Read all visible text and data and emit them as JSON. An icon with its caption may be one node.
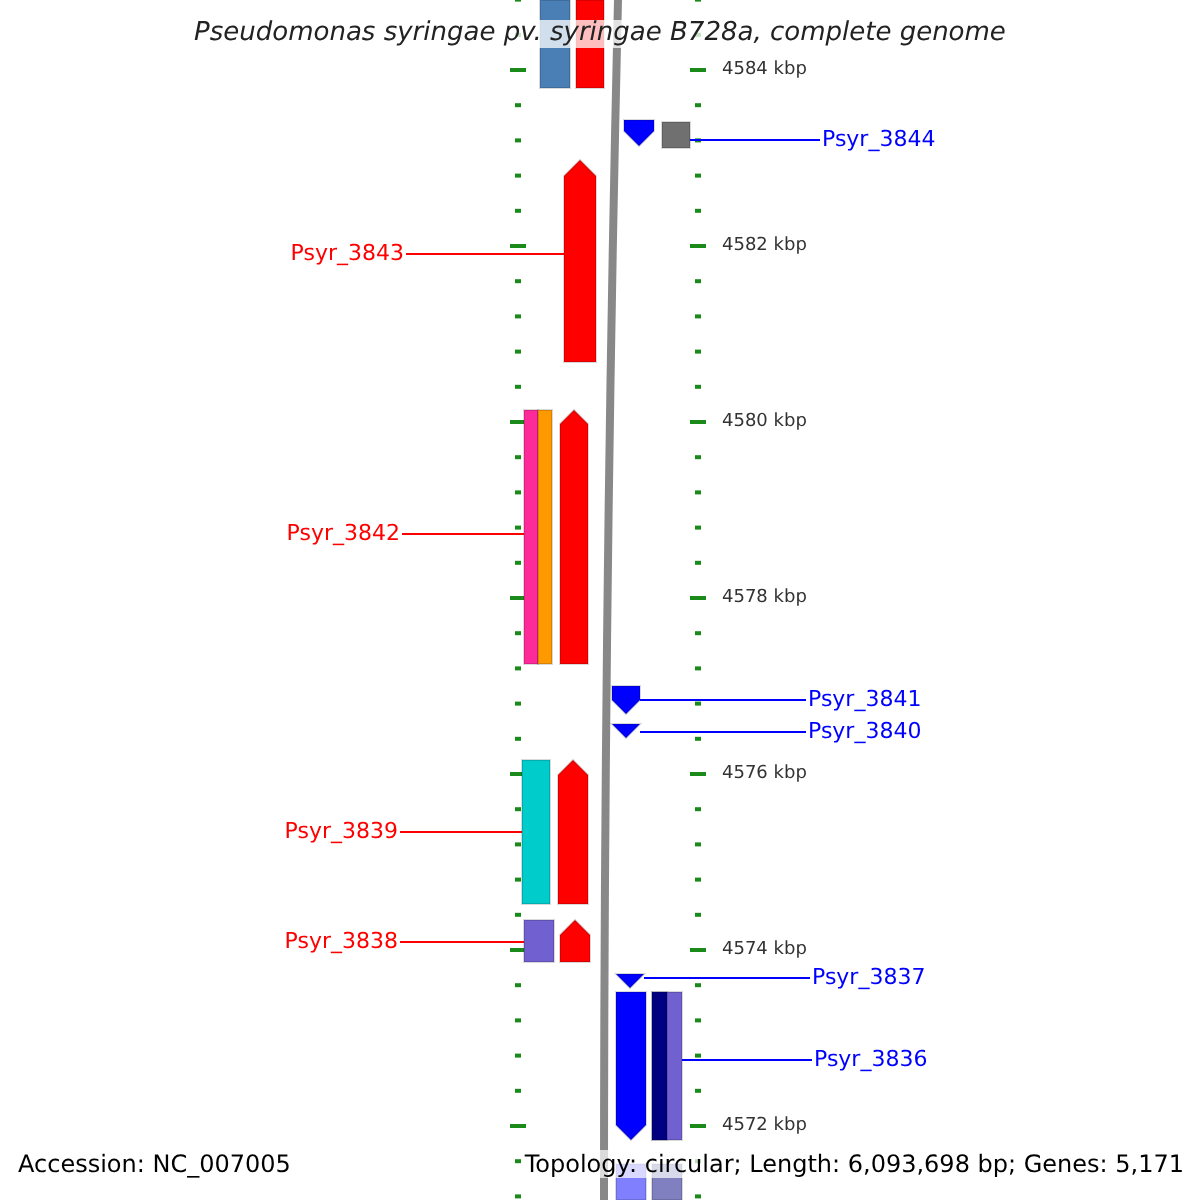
{
  "diagram": {
    "title": "Pseudomonas syringae pv. syringae B728a, complete genome",
    "nodes": [
      {
        "text": [
          "Psyr_3844"
        ]
      },
      {
        "text": [
          "Psyr_3843"
        ]
      },
      {
        "text": [
          "Psyr_3842"
        ]
      },
      {
        "text": [
          "Psyr_3841"
        ]
      },
      {
        "text": [
          "Psyr_3840"
        ]
      },
      {
        "text": [
          "Psyr_3839"
        ]
      },
      {
        "text": [
          "Psyr_3838"
        ]
      },
      {
        "text": [
          "Psyr_3837"
        ]
      },
      {
        "text": [
          "Psyr_3836"
        ]
      },
      {
        "text": [],
        "shape": "box"
      },
      {
        "text": [],
        "shape": "pentagon"
      },
      {
        "text": [],
        "shape": "bar"
      },
      {
        "text": [],
        "shape": "pentagon"
      },
      {
        "text": [],
        "shape": "triangle"
      },
      {
        "text": [],
        "shape": "bar"
      },
      {
        "text": [],
        "shape": "bar"
      },
      {
        "text": [],
        "shape": "triangle"
      },
      {
        "text": [],
        "shape": "bar"
      },
      {
        "text": [],
        "shape": "bar"
      },
      {
        "text": [],
        "shape": "bar"
      },
      {
        "text": [],
        "shape": "pentagon"
      },
      {
        "text": [],
        "shape": "bar"
      },
      {
        "text": [],
        "shape": "pentagon"
      },
      {
        "text": [],
        "shape": "pentagon"
      },
      {
        "text": [],
        "shape": "pentagon"
      },
      {
        "text": [],
        "shape": "pentagon"
      },
      {
        "text": [],
        "shape": "bar"
      },
      {
        "text": [],
        "shape": "bar"
      }
    ],
    "edges": [
      {
        "from": 0,
        "to": 9,
        "arrow": "none"
      },
      {
        "from": 1,
        "to": 10,
        "arrow": "none",
        "color": "#ff0000"
      },
      {
        "from": 2,
        "to": 11,
        "arrow": "none",
        "color": "#ff0000"
      },
      {
        "from": 3,
        "to": 12,
        "arrow": "none"
      },
      {
        "from": 4,
        "to": 13,
        "arrow": "none"
      },
      {
        "from": 5,
        "to": 14,
        "arrow": "none",
        "color": "#ff0000"
      },
      {
        "from": 6,
        "to": 15,
        "arrow": "none",
        "color": "#ff0000"
      },
      {
        "from": 7,
        "to": 16,
        "arrow": "none"
      },
      {
        "from": 8,
        "to": 17,
        "arrow": "none"
      }
    ],
    "labels": [
      "4584 kbp",
      "4582 kbp",
      "4580 kbp",
      "4578 kbp",
      "4576 kbp",
      "4574 kbp",
      "4572 kbp",
      "Accession: NC_007005",
      "Topology: circular; Length: 6,093,698 bp; Genes: 5,171"
    ]
  }
}
